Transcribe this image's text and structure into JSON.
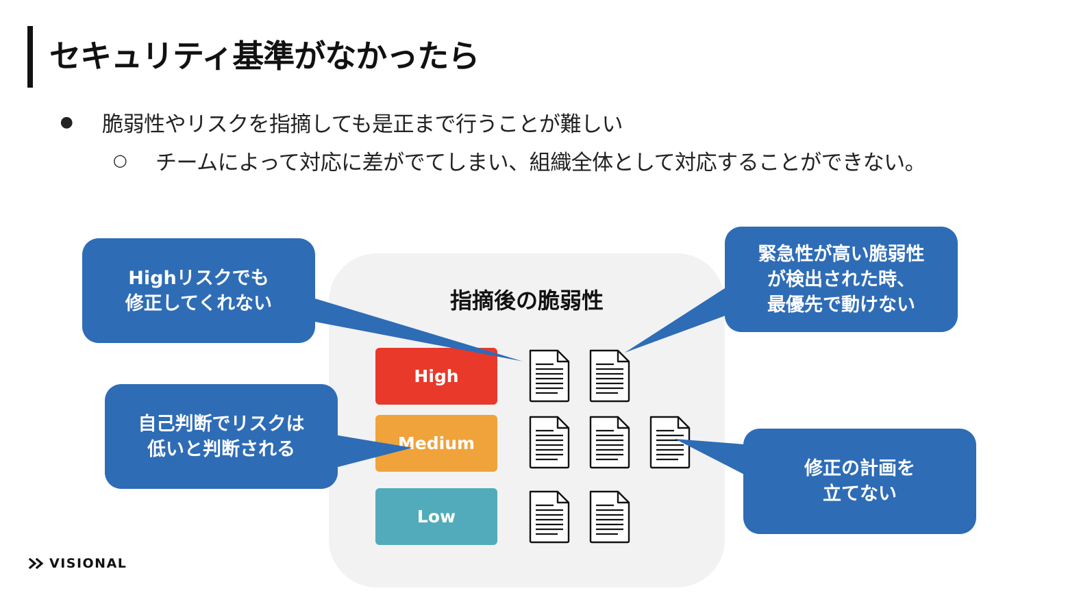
{
  "slide": {
    "title": "セキュリティ基準がなかったら",
    "bullets": [
      {
        "marker": "●",
        "text": "脆弱性やリスクを指摘しても是正まで行うことが難しい"
      },
      {
        "marker": "○",
        "text": "チームによって対応に差がでてしまい、組織全体として対応することができない。"
      }
    ]
  },
  "diagram": {
    "panel_title": "指摘後の脆弱性",
    "severities": [
      {
        "label": "High",
        "color": "#e8392a"
      },
      {
        "label": "Medium",
        "color": "#f0a33a"
      },
      {
        "label": "Low",
        "color": "#52abbb"
      }
    ],
    "document_icon": "document-icon",
    "documents_per_row": [
      2,
      3,
      2
    ],
    "callouts": [
      {
        "lines": [
          "Highリスクでも",
          "修正してくれない"
        ]
      },
      {
        "lines": [
          "緊急性が高い脆弱性",
          "が検出された時、",
          "最優先で動けない"
        ]
      },
      {
        "lines": [
          "自己判断でリスクは",
          "低いと判断される"
        ]
      },
      {
        "lines": [
          "修正の計画を",
          "立てない"
        ]
      }
    ],
    "callout_color": "#2e6cb6",
    "panel_color": "#f2f2f2"
  },
  "footer": {
    "logo_icon": "double-chevron-icon",
    "logo_text": "VISIONAL"
  }
}
